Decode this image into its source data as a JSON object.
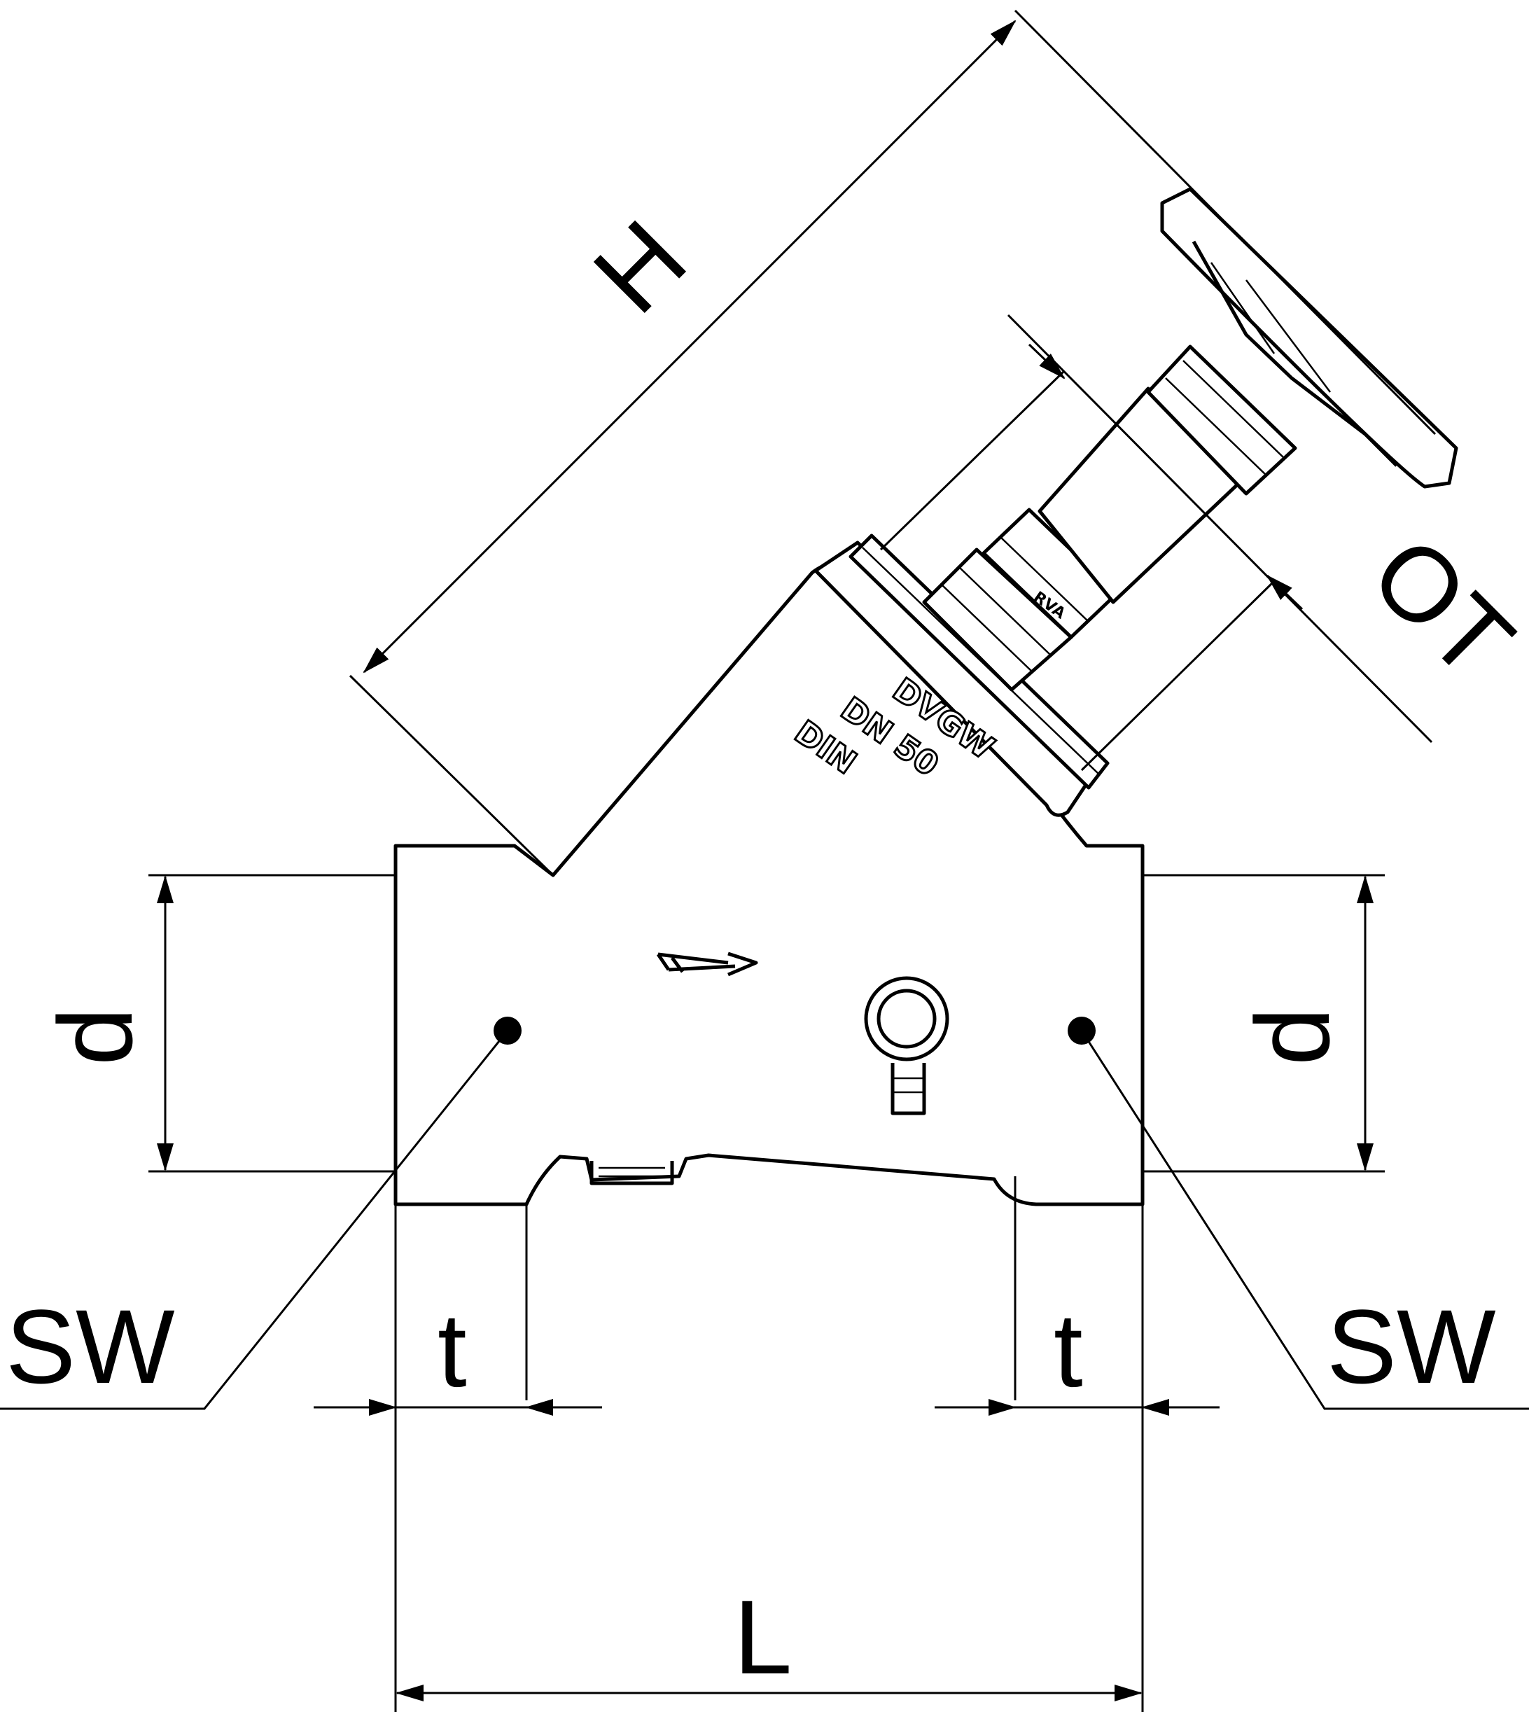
{
  "dimensions": {
    "height_label": "H",
    "outer_top_label": "OT",
    "diameter_left_label": "d",
    "diameter_right_label": "d",
    "socket_depth_left_label": "t",
    "socket_depth_right_label": "t",
    "wrench_size_left_label": "SW",
    "wrench_size_right_label": "SW",
    "length_label": "L"
  },
  "body_markings": {
    "line1": "DVGW",
    "line2": "DN 50",
    "line3": "DIN",
    "bonnet": "RVA"
  }
}
